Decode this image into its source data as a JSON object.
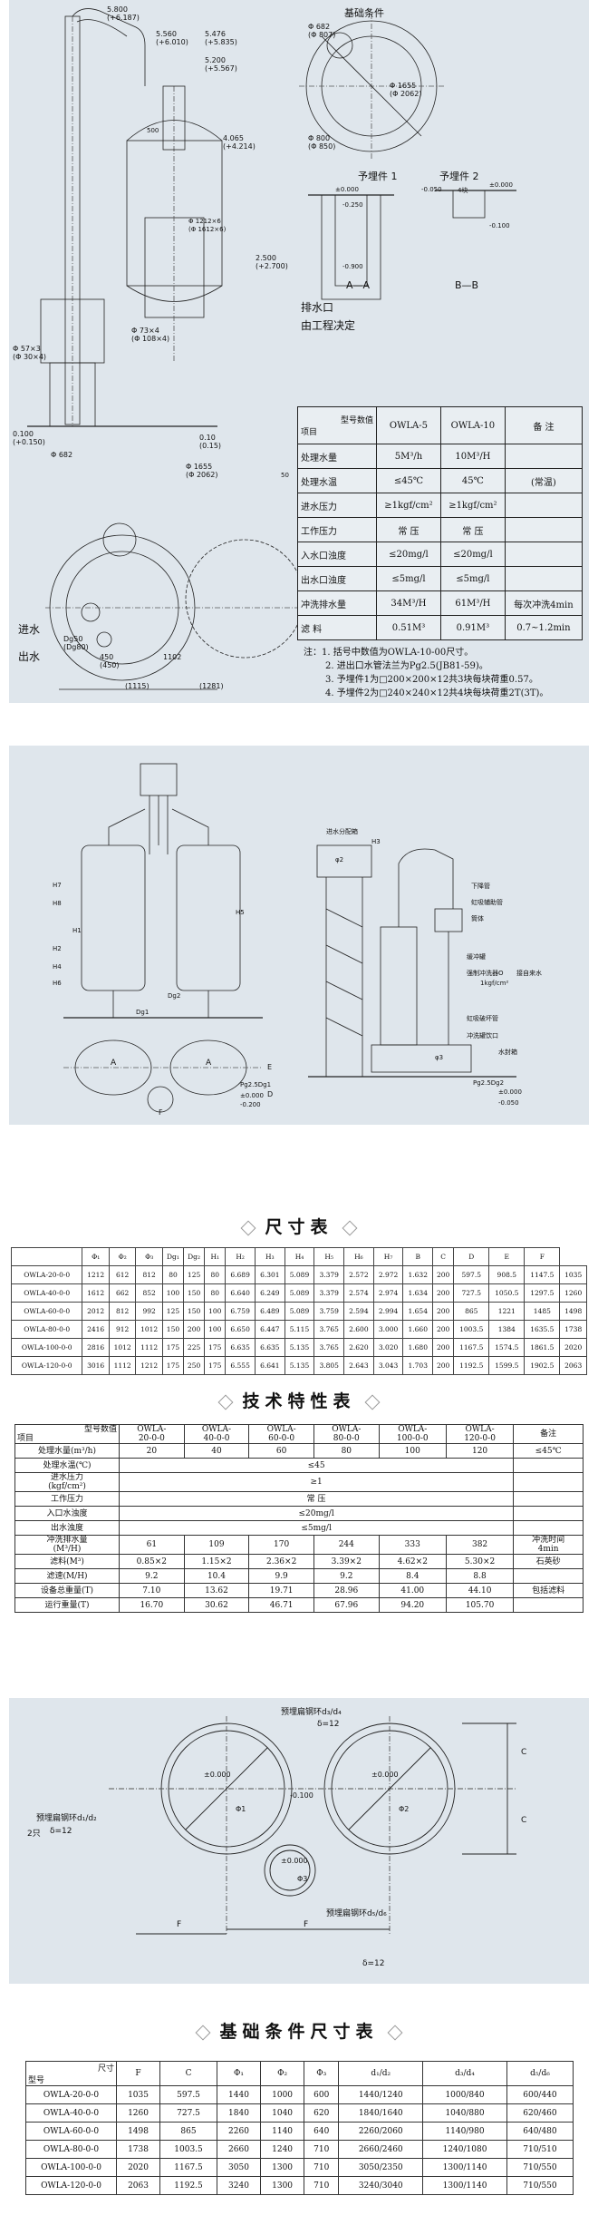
{
  "top_drawing": {
    "elevations": [
      "5.800",
      "(+6.187)",
      "5.560",
      "(+6.010)",
      "5.476",
      "(+5.835)",
      "5.200",
      "(+5.567)",
      "4.065",
      "(+4.214)",
      "2.500",
      "(+2.700)",
      "0.100",
      "(+0.150)",
      "0.10",
      "(0.15)"
    ],
    "dims": [
      "Φ 1655",
      "(Φ 2062)",
      "Φ 682",
      "Φ 57×3",
      "(Φ 30×4)",
      "Φ 73×4",
      "(Φ 108×4)",
      "Φ 1212×6",
      "(Φ 1612×6)",
      "500",
      "50"
    ],
    "plan_labels": {
      "in": "进水",
      "out": "出水",
      "dg50": "Dg50",
      "dg80": "(Dg80)",
      "d450": "450",
      "d450b": "(450)",
      "d1102": "1102",
      "d1115": "(1115)",
      "d1281": "(1281)"
    },
    "foundation_title": "基础条件",
    "foundation_dims": [
      "Φ 682",
      "(Φ 807)",
      "Φ 1655",
      "(Φ 2062)",
      "Φ 800",
      "(Φ 850)"
    ],
    "embedded": [
      "予埋件 1",
      "予埋件 2"
    ],
    "section_a": "A—A",
    "section_b": "B—B",
    "drain": "排水口",
    "drain_note": "由工程决定",
    "levels": [
      "±0.000",
      "-0.250",
      "-0.900",
      "±0.000",
      "-0.050",
      "-0.100",
      "4块"
    ]
  },
  "spec_table": {
    "header_col1_top": "型号数值",
    "header_col1_bottom": "项目",
    "models": [
      "OWLA-5",
      "OWLA-10"
    ],
    "remark_header": "备 注",
    "rows": [
      {
        "item": "处理水量",
        "a": "5M³/h",
        "b": "10M³/H",
        "note": ""
      },
      {
        "item": "处理水温",
        "a": "≤45℃",
        "b": "45℃",
        "note": "(常温)"
      },
      {
        "item": "进水压力",
        "a": "≥1kgf/cm²",
        "b": "≥1kgf/cm²",
        "note": ""
      },
      {
        "item": "工作压力",
        "a": "常 压",
        "b": "常 压",
        "note": ""
      },
      {
        "item": "入水口浊度",
        "a": "≤20mg/l",
        "b": "≤20mg/l",
        "note": ""
      },
      {
        "item": "出水口浊度",
        "a": "≤5mg/l",
        "b": "≤5mg/l",
        "note": ""
      },
      {
        "item": "冲洗排水量",
        "a": "34M³/H",
        "b": "61M³/H",
        "note": "每次冲洗4min"
      },
      {
        "item": "滤 料",
        "a": "0.51M³",
        "b": "0.91M³",
        "note": "0.7~1.2min"
      }
    ]
  },
  "notes": [
    "注：1. 括号中数值为OWLA-10-00尺寸。",
    "2. 进出口水管法兰为Pg2.5(JB81-59)。",
    "3. 予埋件1为□200×200×12共3块每块荷重0.57。",
    "4. 予埋件2为□240×240×12共4块每块荷重2T(3T)。"
  ],
  "middle_drawing": {
    "labels": [
      "进水分配箱",
      "下降管",
      "虹吸辅助管",
      "筒体",
      "缓冲罐",
      "强制冲洗器O",
      "接自来水",
      "1kgf/cm²",
      "虹吸破坏管",
      "冲洗罐饮口",
      "水封箱"
    ],
    "marks": [
      "Dg1",
      "Dg2",
      "Pg2.5Dg1",
      "Pg2.5Dg2",
      "H1",
      "H2",
      "H3",
      "H4",
      "H5",
      "H6",
      "H7",
      "H8",
      "φ2",
      "φ3",
      "A",
      "A",
      "F",
      "E",
      "D",
      "±0.000",
      "-0.200",
      "±0.000",
      "-0.050"
    ]
  },
  "dim_table": {
    "title": "尺寸表",
    "headers": [
      "",
      "Φ₁",
      "Φ₂",
      "Φ₃",
      "Dg₁",
      "Dg₂",
      "H₁",
      "H₂",
      "H₃",
      "H₄",
      "H₅",
      "H₆",
      "H₇",
      "B",
      "C",
      "D",
      "E",
      "F"
    ],
    "rows": [
      [
        "OWLA-20-0-0",
        "1212",
        "612",
        "812",
        "80",
        "125",
        "80",
        "6.689",
        "6.301",
        "5.089",
        "3.379",
        "2.572",
        "2.972",
        "1.632",
        "200",
        "597.5",
        "908.5",
        "1147.5",
        "1035"
      ],
      [
        "OWLA-40-0-0",
        "1612",
        "662",
        "852",
        "100",
        "150",
        "80",
        "6.640",
        "6.249",
        "5.089",
        "3.379",
        "2.574",
        "2.974",
        "1.634",
        "200",
        "727.5",
        "1050.5",
        "1297.5",
        "1260"
      ],
      [
        "OWLA-60-0-0",
        "2012",
        "812",
        "992",
        "125",
        "150",
        "100",
        "6.759",
        "6.489",
        "5.089",
        "3.759",
        "2.594",
        "2.994",
        "1.654",
        "200",
        "865",
        "1221",
        "1485",
        "1498"
      ],
      [
        "OWLA-80-0-0",
        "2416",
        "912",
        "1012",
        "150",
        "200",
        "100",
        "6.650",
        "6.447",
        "5.115",
        "3.765",
        "2.600",
        "3.000",
        "1.660",
        "200",
        "1003.5",
        "1384",
        "1635.5",
        "1738"
      ],
      [
        "OWLA-100-0-0",
        "2816",
        "1012",
        "1112",
        "175",
        "225",
        "175",
        "6.635",
        "6.635",
        "5.135",
        "3.765",
        "2.620",
        "3.020",
        "1.680",
        "200",
        "1167.5",
        "1574.5",
        "1861.5",
        "2020"
      ],
      [
        "OWLA-120-0-0",
        "3016",
        "1112",
        "1212",
        "175",
        "250",
        "175",
        "6.555",
        "6.641",
        "5.135",
        "3.805",
        "2.643",
        "3.043",
        "1.703",
        "200",
        "1192.5",
        "1599.5",
        "1902.5",
        "2063"
      ]
    ]
  },
  "tech_table": {
    "title": "技术特性表",
    "header_top": "型号数值",
    "header_bottom": "项目",
    "models": [
      "OWLA-\n20-0-0",
      "OWLA-\n40-0-0",
      "OWLA-\n60-0-0",
      "OWLA-\n80-0-0",
      "OWLA-\n100-0-0",
      "OWLA-\n120-0-0"
    ],
    "remark_header": "备注",
    "rows": [
      {
        "item": "处理水量(m³/h)",
        "vals": [
          "20",
          "40",
          "60",
          "80",
          "100",
          "120"
        ],
        "note": "≤45℃"
      },
      {
        "item": "处理水温(℃)",
        "span": "≤45",
        "note": ""
      },
      {
        "item": "进水压力\n(kgf/cm²)",
        "span": "≥1",
        "note": ""
      },
      {
        "item": "工作压力",
        "span": "常 压",
        "note": ""
      },
      {
        "item": "入口水浊度",
        "span": "≤20mg/l",
        "note": ""
      },
      {
        "item": "出水浊度",
        "span": "≤5mg/l",
        "note": ""
      },
      {
        "item": "冲洗排水量\n(M³/H)",
        "vals": [
          "61",
          "109",
          "170",
          "244",
          "333",
          "382"
        ],
        "note": "冲洗时间\n4min"
      },
      {
        "item": "滤料(M³)",
        "vals": [
          "0.85×2",
          "1.15×2",
          "2.36×2",
          "3.39×2",
          "4.62×2",
          "5.30×2"
        ],
        "note": "石英砂"
      },
      {
        "item": "滤速(M/H)",
        "vals": [
          "9.2",
          "10.4",
          "9.9",
          "9.2",
          "8.4",
          "8.8"
        ],
        "note": ""
      },
      {
        "item": "设备总重量(T)",
        "vals": [
          "7.10",
          "13.62",
          "19.71",
          "28.96",
          "41.00",
          "44.10"
        ],
        "note": "包括滤料"
      },
      {
        "item": "运行重量(T)",
        "vals": [
          "16.70",
          "30.62",
          "46.71",
          "67.96",
          "94.20",
          "105.70"
        ],
        "note": ""
      }
    ]
  },
  "foundation_drawing": {
    "labels": [
      "预埋扁钢环d₃/d₄",
      "预埋扁钢环d₁/d₂",
      "预埋扁钢环d₅/d₆",
      "δ=12",
      "δ=12",
      "δ=12"
    ],
    "marks": [
      "±0.000",
      "±0.000",
      "±0.000",
      "-0.100",
      "Φ1",
      "Φ2",
      "Φ3",
      "C",
      "C",
      "F",
      "F",
      "2只"
    ]
  },
  "base_table": {
    "title": "基础条件尺寸表",
    "header_top": "尺寸",
    "header_bottom": "型号",
    "headers": [
      "F",
      "C",
      "Φ₁",
      "Φ₂",
      "Φ₃",
      "d₁/d₂",
      "d₃/d₄",
      "d₅/d₆"
    ],
    "rows": [
      [
        "OWLA-20-0-0",
        "1035",
        "597.5",
        "1440",
        "1000",
        "600",
        "1440/1240",
        "1000/840",
        "600/440"
      ],
      [
        "OWLA-40-0-0",
        "1260",
        "727.5",
        "1840",
        "1040",
        "620",
        "1840/1640",
        "1040/880",
        "620/460"
      ],
      [
        "OWLA-60-0-0",
        "1498",
        "865",
        "2260",
        "1140",
        "640",
        "2260/2060",
        "1140/980",
        "640/480"
      ],
      [
        "OWLA-80-0-0",
        "1738",
        "1003.5",
        "2660",
        "1240",
        "710",
        "2660/2460",
        "1240/1080",
        "710/510"
      ],
      [
        "OWLA-100-0-0",
        "2020",
        "1167.5",
        "3050",
        "1300",
        "710",
        "3050/2350",
        "1300/1140",
        "710/550"
      ],
      [
        "OWLA-120-0-0",
        "2063",
        "1192.5",
        "3240",
        "1300",
        "710",
        "3240/3040",
        "1300/1140",
        "710/550"
      ]
    ]
  }
}
